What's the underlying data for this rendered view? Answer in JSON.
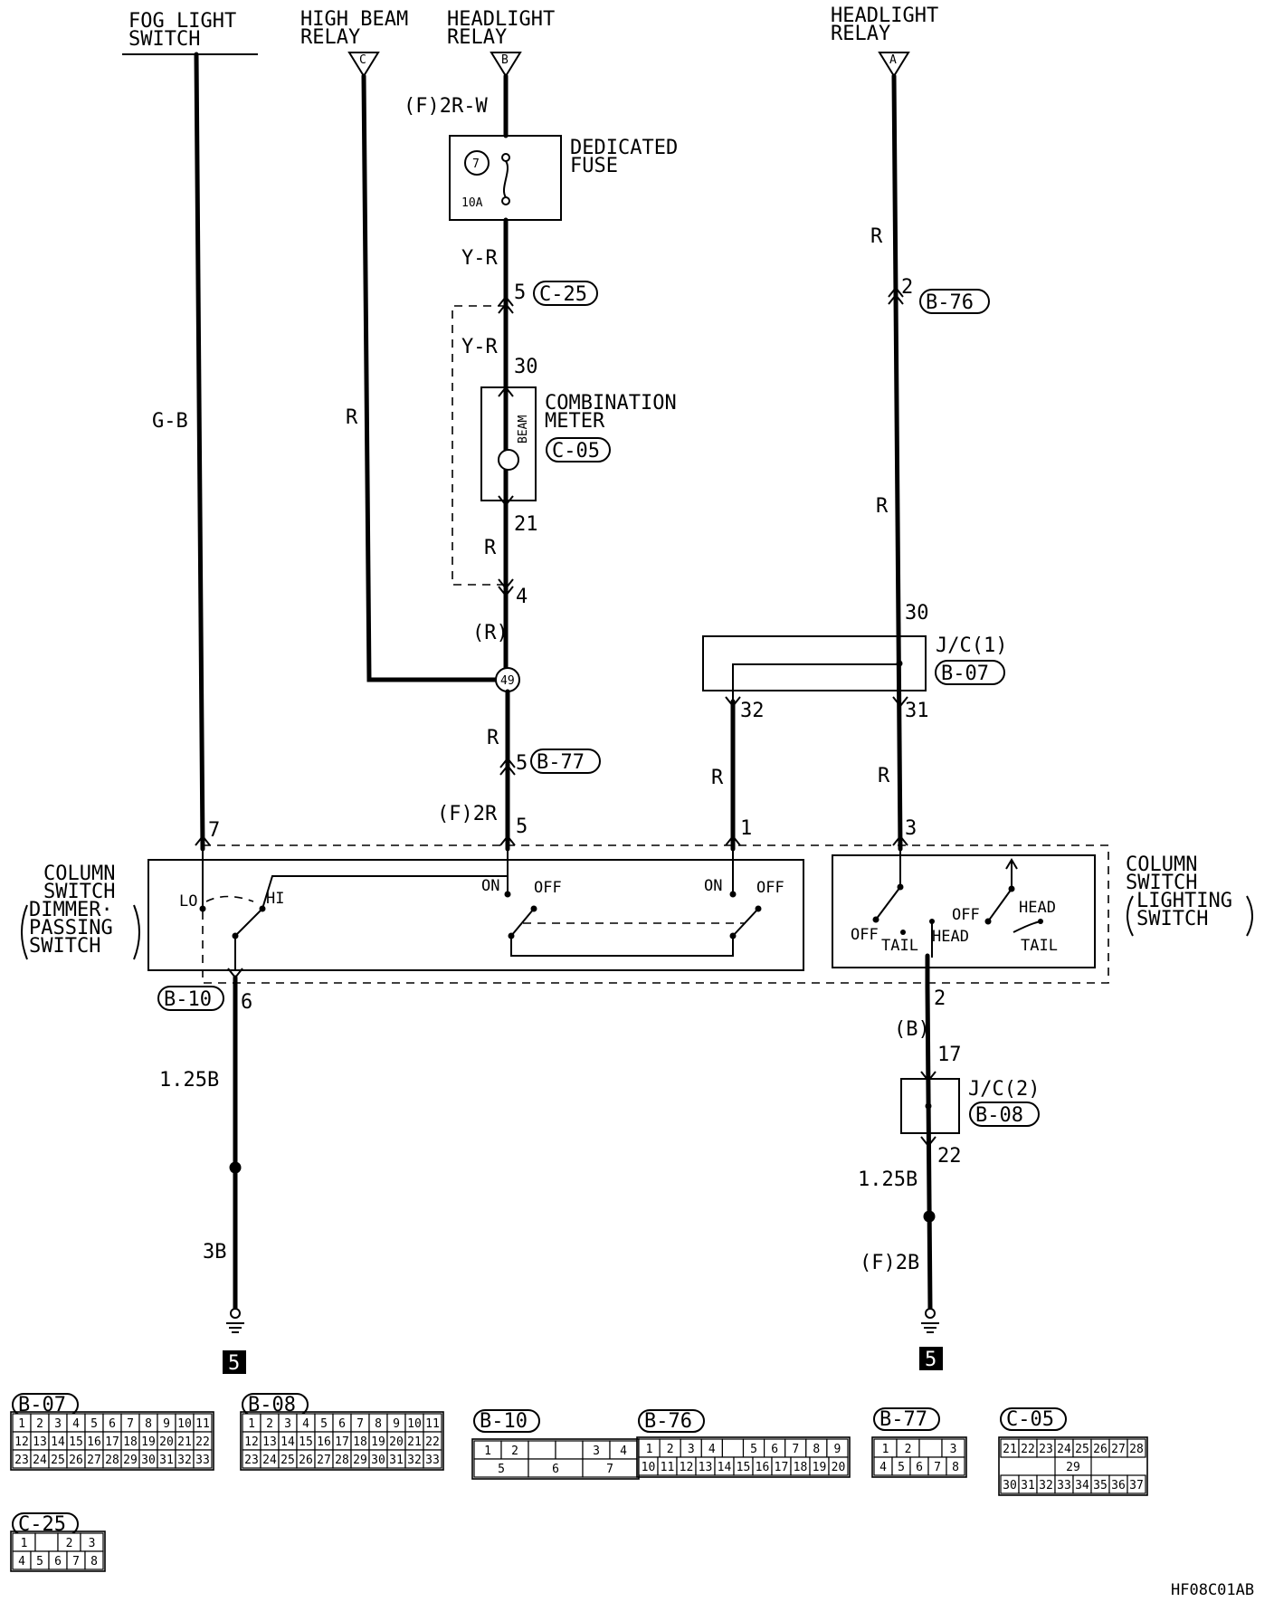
{
  "labels": {
    "fog_light_switch": [
      "FOG LIGHT",
      "SWITCH"
    ],
    "high_beam_relay": [
      "HIGH BEAM",
      "RELAY"
    ],
    "headlight_relay_b": [
      "HEADLIGHT",
      "RELAY"
    ],
    "headlight_relay_a": [
      "HEADLIGHT",
      "RELAY"
    ],
    "dedicated_fuse": [
      "DEDICATED",
      "FUSE"
    ],
    "combination_meter": [
      "COMBINATION",
      "METER"
    ],
    "jc1": "J/C(1)",
    "jc2": "J/C(2)",
    "column_dimmer": [
      "COLUMN",
      "SWITCH",
      "DIMMER·",
      "PASSING",
      "SWITCH"
    ],
    "column_lighting": [
      "COLUMN",
      "SWITCH",
      "LIGHTING",
      "SWITCH"
    ]
  },
  "relay_terminals": {
    "c": "C",
    "b": "B",
    "a": "A"
  },
  "fuse": {
    "number": "7",
    "rating": "10A"
  },
  "meter_lamp": "BEAM",
  "splice_49": "49",
  "wire_colors": {
    "fuse_in": "(F)2R-W",
    "fuse_out": "Y-R",
    "meter_in": "Y-R",
    "meter_out": "R",
    "high_beam": "R",
    "splice_out": "(R)",
    "to_b77": "R",
    "b77_out": "(F)2R",
    "fog": "G-B",
    "hl_relay_a": "R",
    "b76_out": "R",
    "jc1_32": "R",
    "jc1_31": "R",
    "b10_ground_1": "1.25B",
    "b10_ground_2": "3B",
    "lighting_out": "(B)",
    "jc2_ground_1": "1.25B",
    "jc2_ground_2": "(F)2B"
  },
  "connectors": {
    "c25": "C-25",
    "c05": "C-05",
    "b77": "B-77",
    "b76": "B-76",
    "b07": "B-07",
    "b08": "B-08",
    "b10": "B-10"
  },
  "pins": {
    "c25_5": "5",
    "meter_30": "30",
    "meter_21": "21",
    "c25_4": "4",
    "b77_5": "5",
    "col_5": "5",
    "col_7": "7",
    "b10_6": "6",
    "b76_2": "2",
    "jc1_30": "30",
    "jc1_32": "32",
    "jc1_31": "31",
    "col_1": "1",
    "col_3": "3",
    "col_2": "2",
    "jc2_17": "17",
    "jc2_22": "22"
  },
  "switch_labels": {
    "lo": "LO",
    "hi": "HI",
    "on1": "ON",
    "off1": "OFF",
    "on2": "ON",
    "off2": "OFF",
    "off_a": "OFF",
    "tail_a": "TAIL",
    "head_a": "HEAD",
    "off_b": "OFF",
    "head_b": "HEAD",
    "tail_b": "TAIL"
  },
  "ground_marks": {
    "left": "5",
    "right": "5"
  },
  "connector_faces": [
    {
      "id": "B-07",
      "rows": [
        [
          "1",
          "2",
          "3",
          "4",
          "5",
          "6",
          "7",
          "8",
          "9",
          "10",
          "11"
        ],
        [
          "12",
          "13",
          "14",
          "15",
          "16",
          "17",
          "18",
          "19",
          "20",
          "21",
          "22"
        ],
        [
          "23",
          "24",
          "25",
          "26",
          "27",
          "28",
          "29",
          "30",
          "31",
          "32",
          "33"
        ]
      ]
    },
    {
      "id": "B-08",
      "rows": [
        [
          "1",
          "2",
          "3",
          "4",
          "5",
          "6",
          "7",
          "8",
          "9",
          "10",
          "11"
        ],
        [
          "12",
          "13",
          "14",
          "15",
          "16",
          "17",
          "18",
          "19",
          "20",
          "21",
          "22"
        ],
        [
          "23",
          "24",
          "25",
          "26",
          "27",
          "28",
          "29",
          "30",
          "31",
          "32",
          "33"
        ]
      ]
    },
    {
      "id": "B-10",
      "rows": [
        [
          "1",
          "2",
          "",
          "",
          "3",
          "4"
        ],
        [
          "5",
          "6",
          "7"
        ]
      ]
    },
    {
      "id": "B-76",
      "rows": [
        [
          "1",
          "2",
          "3",
          "4",
          "",
          "5",
          "6",
          "7",
          "8",
          "9"
        ],
        [
          "10",
          "11",
          "12",
          "13",
          "14",
          "15",
          "16",
          "17",
          "18",
          "19",
          "20"
        ]
      ]
    },
    {
      "id": "B-77",
      "rows": [
        [
          "1",
          "2",
          "",
          "3"
        ],
        [
          "4",
          "5",
          "6",
          "7",
          "8"
        ]
      ]
    },
    {
      "id": "C-05",
      "rows": [
        [
          "21",
          "22",
          "23",
          "24",
          "25",
          "26",
          "27",
          "28"
        ],
        [
          "29"
        ],
        [
          "30",
          "31",
          "32",
          "33",
          "34",
          "35",
          "36",
          "37"
        ]
      ]
    },
    {
      "id": "C-25",
      "rows": [
        [
          "1",
          "",
          "2",
          "3"
        ],
        [
          "4",
          "5",
          "6",
          "7",
          "8"
        ]
      ]
    }
  ],
  "figure_code": "HF08C01AB"
}
